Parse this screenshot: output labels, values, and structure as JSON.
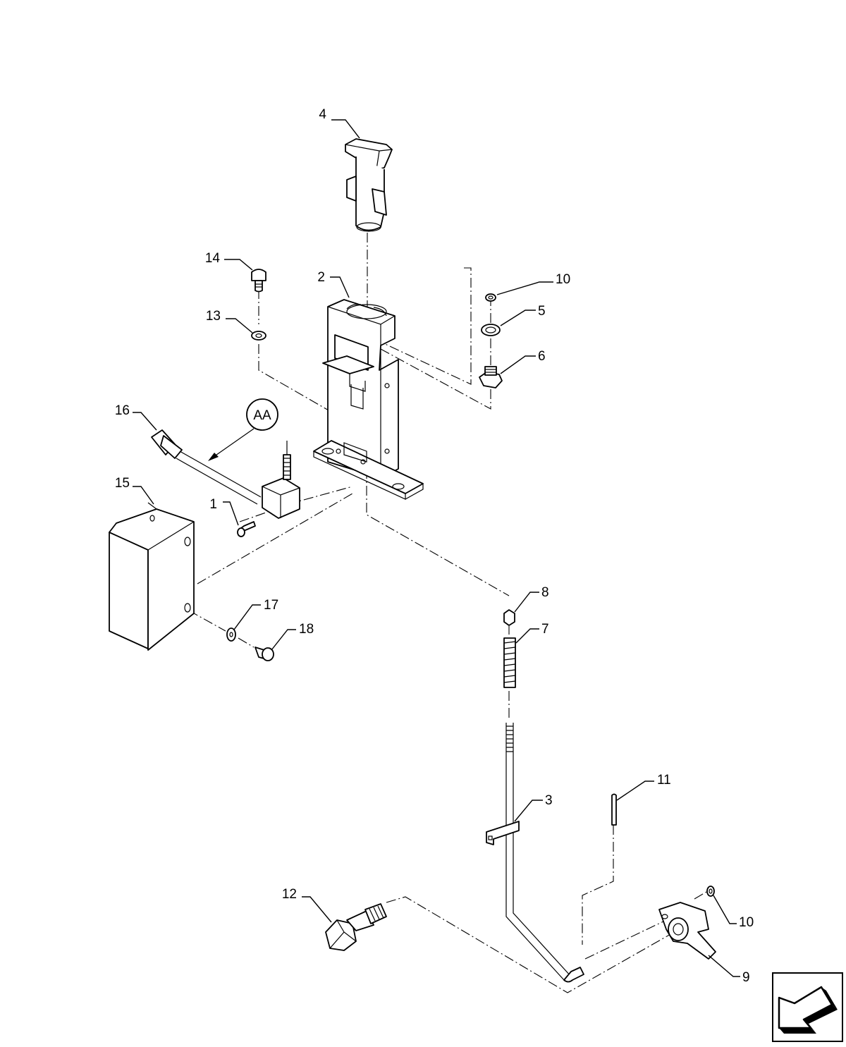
{
  "callouts": [
    {
      "id": "c1",
      "number": "1"
    },
    {
      "id": "c2",
      "number": "2"
    },
    {
      "id": "c3",
      "number": "3"
    },
    {
      "id": "c4",
      "number": "4"
    },
    {
      "id": "c5",
      "number": "5"
    },
    {
      "id": "c6",
      "number": "6"
    },
    {
      "id": "c7",
      "number": "7"
    },
    {
      "id": "c8",
      "number": "8"
    },
    {
      "id": "c9",
      "number": "9"
    },
    {
      "id": "c10a",
      "number": "10"
    },
    {
      "id": "c10b",
      "number": "10"
    },
    {
      "id": "c11",
      "number": "11"
    },
    {
      "id": "c12",
      "number": "12"
    },
    {
      "id": "c13",
      "number": "13"
    },
    {
      "id": "c14",
      "number": "14"
    },
    {
      "id": "c15",
      "number": "15"
    },
    {
      "id": "c16",
      "number": "16"
    },
    {
      "id": "c17",
      "number": "17"
    },
    {
      "id": "c18",
      "number": "18"
    }
  ],
  "detail_marker": {
    "label": "AA"
  },
  "orientation_icon": "arrow-left-down-icon"
}
